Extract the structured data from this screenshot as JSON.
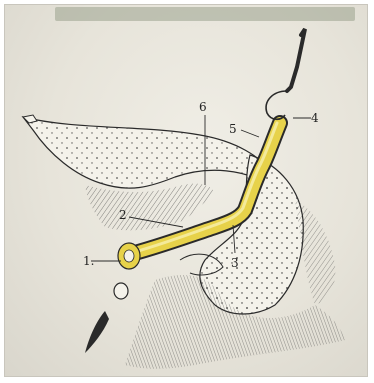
{
  "figure": {
    "labels": [
      {
        "id": "1",
        "text": "1."
      },
      {
        "id": "2",
        "text": "2"
      },
      {
        "id": "3",
        "text": "3"
      },
      {
        "id": "4",
        "text": "4"
      },
      {
        "id": "5",
        "text": "5"
      },
      {
        "id": "6",
        "text": "6"
      }
    ],
    "colors": {
      "paper": "#e6e4da",
      "ink": "#2a2a2a",
      "highlight": "#e7d24a",
      "membrane": "#f4f2ea"
    }
  }
}
